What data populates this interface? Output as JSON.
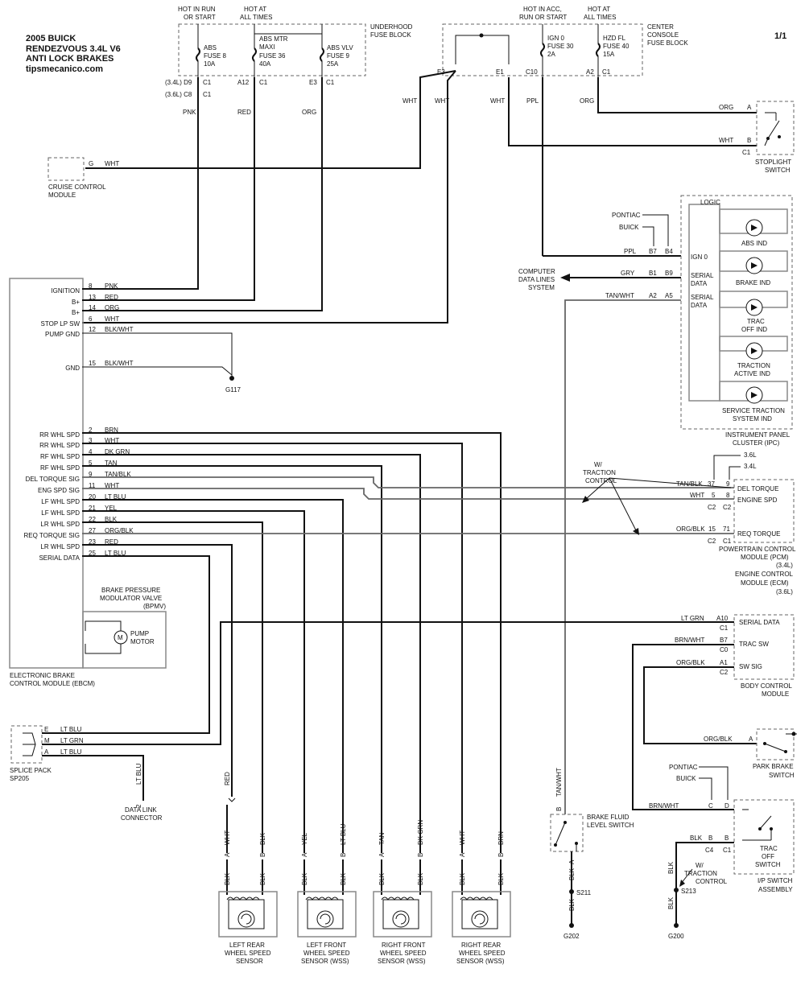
{
  "title": {
    "line1": "2005 BUICK",
    "line2": "RENDEZVOUS  3.4L V6",
    "line3": "ANTI LOCK BRAKES",
    "site": "tipsmecanico.com",
    "page": "1/1"
  },
  "underhood": {
    "hot_run_start_1": "HOT IN RUN",
    "hot_run_start_2": "OR START",
    "hot_at_1": "HOT AT",
    "hot_at_2": "ALL TIMES",
    "block_1": "UNDERHOOD",
    "block_2": "FUSE BLOCK",
    "fuse1": [
      "ABS",
      "FUSE 8",
      "10A"
    ],
    "fuse2": [
      "ABS MTR",
      "MAXI",
      "FUSE 36",
      "40A"
    ],
    "fuse3": [
      "ABS VLV",
      "FUSE 9",
      "25A"
    ],
    "pin1a": "(3.4L)  D9",
    "pin1b": "(3.6L)  C8",
    "pin2": "A12",
    "pin3": "E3",
    "conn": "C1",
    "wire1": "PNK",
    "wire2": "RED",
    "wire3": "ORG"
  },
  "console": {
    "hot_acc_1": "HOT IN ACC,",
    "hot_acc_2": "RUN OR START",
    "hot_at_1": "HOT AT",
    "hot_at_2": "ALL TIMES",
    "block_1": "CENTER",
    "block_2": "CONSOLE",
    "block_3": "FUSE BLOCK",
    "fuse1": [
      "IGN 0",
      "FUSE 30",
      "2A"
    ],
    "fuse2": [
      "HZD FL",
      "FUSE 40",
      "15A"
    ],
    "pins": [
      "E3",
      "E1",
      "C10",
      "A2"
    ],
    "conn": "C1",
    "wires": [
      "WHT",
      "WHT",
      "WHT",
      "PPL",
      "ORG"
    ]
  },
  "stoplight": {
    "pin_a": "A",
    "pin_b": "B",
    "wire_a": "ORG",
    "wire_b": "WHT",
    "conn": "C1",
    "label_1": "STOPLIGHT",
    "label_2": "SWITCH"
  },
  "cruise": {
    "pin": "G",
    "wire": "WHT",
    "label_1": "CRUISE CONTROL",
    "label_2": "MODULE"
  },
  "ipc": {
    "logic": "LOGIC",
    "pontiac": "PONTIAC",
    "buick": "BUICK",
    "ppl": "PPL",
    "b7": "B7",
    "b4": "B4",
    "ign0": "IGN 0",
    "gry": "GRY",
    "b1": "B1",
    "b9": "B9",
    "serial": "SERIAL",
    "data": "DATA",
    "tanwht": "TAN/WHT",
    "a2": "A2",
    "a5": "A5",
    "cdl_1": "COMPUTER",
    "cdl_2": "DATA LINES",
    "cdl_3": "SYSTEM",
    "ind": [
      [
        "ABS IND"
      ],
      [
        "BRAKE IND"
      ],
      [
        "TRAC",
        "OFF IND"
      ],
      [
        "TRACTION",
        "ACTIVE IND"
      ],
      [
        "SERVICE TRACTION",
        "SYSTEM IND"
      ]
    ],
    "label_1": "INSTRUMENT PANEL",
    "label_2": "CLUSTER (IPC)"
  },
  "ebcm": {
    "pins": [
      {
        "name": "IGNITION",
        "pin": "8",
        "wire": "PNK"
      },
      {
        "name": "B+",
        "pin": "13",
        "wire": "RED"
      },
      {
        "name": "B+",
        "pin": "14",
        "wire": "ORG"
      },
      {
        "name": "STOP LP SW",
        "pin": "6",
        "wire": "WHT"
      },
      {
        "name": "PUMP GND",
        "pin": "12",
        "wire": "BLK/WHT"
      },
      {
        "name": "GND",
        "pin": "15",
        "wire": "BLK/WHT"
      },
      {
        "name": "RR WHL SPD",
        "pin": "2",
        "wire": "BRN"
      },
      {
        "name": "RR WHL SPD",
        "pin": "3",
        "wire": "WHT"
      },
      {
        "name": "RF WHL SPD",
        "pin": "4",
        "wire": "DK GRN"
      },
      {
        "name": "RF WHL SPD",
        "pin": "5",
        "wire": "TAN"
      },
      {
        "name": "DEL TORQUE SIG",
        "pin": "9",
        "wire": "TAN/BLK"
      },
      {
        "name": "ENG SPD SIG",
        "pin": "11",
        "wire": "WHT"
      },
      {
        "name": "LF WHL SPD",
        "pin": "20",
        "wire": "LT BLU"
      },
      {
        "name": "LF WHL SPD",
        "pin": "21",
        "wire": "YEL"
      },
      {
        "name": "LR WHL SPD",
        "pin": "22",
        "wire": "BLK"
      },
      {
        "name": "REQ TORQUE SIG",
        "pin": "27",
        "wire": "ORG/BLK"
      },
      {
        "name": "LR WHL SPD",
        "pin": "23",
        "wire": "RED"
      },
      {
        "name": "SERIAL DATA",
        "pin": "25",
        "wire": "LT BLU"
      }
    ],
    "bpmv_1": "BRAKE PRESSURE",
    "bpmv_2": "MODULATOR VALVE",
    "bpmv_3": "(BPMV)",
    "pump_1": "PUMP",
    "pump_2": "MOTOR",
    "motor": "M",
    "label_1": "ELECTRONIC BRAKE",
    "label_2": "CONTROL MODULE (EBCM)"
  },
  "ground_g117": "G117",
  "pcm": {
    "w_tc_1": "W/",
    "w_tc_2": "TRACTION",
    "w_tc_3": "CONTROL",
    "l36": "3.6L",
    "l34": "3.4L",
    "rows": [
      {
        "wire": "TAN/BLK",
        "p1": "37",
        "p2": "9",
        "name": "DEL TORQUE"
      },
      {
        "wire": "WHT",
        "p1": "5",
        "p2": "8",
        "name": "ENGINE SPD"
      },
      {
        "wire": "ORG/BLK",
        "p1": "15",
        "p2": "71",
        "name": "REQ TORQUE"
      }
    ],
    "c2": "C2",
    "c1": "C1",
    "label": [
      "POWERTRAIN CONTROL",
      "MODULE (PCM)",
      "(3.4L)",
      "ENGINE CONTROL",
      "MODULE (ECM)",
      "(3.6L)"
    ]
  },
  "bcm": {
    "rows": [
      {
        "wire": "LT GRN",
        "pin": "A10",
        "conn": "C1",
        "name": "SERIAL DATA"
      },
      {
        "wire": "BRN/WHT",
        "pin": "B7",
        "conn": "C0",
        "name": "TRAC SW"
      },
      {
        "wire": "ORG/BLK",
        "pin": "A1",
        "conn": "C2",
        "name": "SW SIG"
      }
    ],
    "label_1": "BODY CONTROL",
    "label_2": "MODULE"
  },
  "park_brake": {
    "wire": "ORG/BLK",
    "pin": "A",
    "label_1": "PARK BRAKE",
    "label_2": "SWITCH"
  },
  "splice": {
    "rows": [
      {
        "pin": "E",
        "wire": "LT BLU"
      },
      {
        "pin": "M",
        "wire": "LT GRN"
      },
      {
        "pin": "A",
        "wire": "LT BLU"
      }
    ],
    "label_1": "SPLICE PACK",
    "label_2": "SP205"
  },
  "dlc": {
    "wire": "LT BLU",
    "pin": "2",
    "label_1": "DATA LINK",
    "label_2": "CONNECTOR"
  },
  "sensors": [
    {
      "wa": "WHT",
      "wb": "BLK",
      "l1": "LEFT REAR",
      "l2": "WHEEL SPEED",
      "l3": "SENSOR"
    },
    {
      "wa": "YEL",
      "wb": "LT BLU",
      "l1": "LEFT FRONT",
      "l2": "WHEEL SPEED",
      "l3": "SENSOR (WSS)"
    },
    {
      "wa": "TAN",
      "wb": "DK GRN",
      "l1": "RIGHT FRONT",
      "l2": "WHEEL SPEED",
      "l3": "SENSOR (WSS)"
    },
    {
      "wa": "WHT",
      "wb": "BRN",
      "l1": "RIGHT REAR",
      "l2": "WHEEL SPEED",
      "l3": "SENSOR (WSS)"
    }
  ],
  "sensor_common": {
    "pin_a": "A",
    "pin_b": "B",
    "blk": "BLK",
    "red": "RED"
  },
  "fluid": {
    "wire": "TAN/WHT",
    "pin_b": "B",
    "pin_a": "A",
    "blk": "BLK",
    "splice": "S211",
    "ground": "G202",
    "label_1": "BRAKE FLUID",
    "label_2": "LEVEL SWITCH"
  },
  "trac_off": {
    "pontiac": "PONTIAC",
    "buick": "BUICK",
    "wire": "BRN/WHT",
    "c": "C",
    "d": "D",
    "blk": "BLK",
    "b": "B",
    "c4": "C4",
    "c1": "C1",
    "label_1": "TRAC",
    "label_2": "OFF",
    "label_3": "SWITCH",
    "w_1": "W/",
    "w_2": "TRACTION",
    "w_3": "CONTROL",
    "splice": "S213",
    "ground": "G200",
    "ip_1": "I/P SWITCH",
    "ip_2": "ASSEMBLY"
  }
}
